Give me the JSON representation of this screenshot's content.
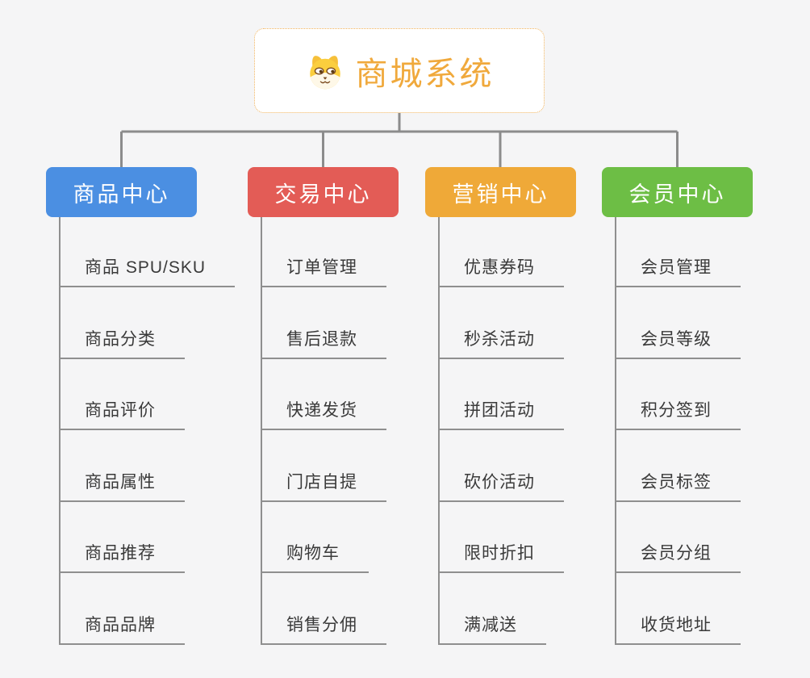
{
  "root": {
    "label": "商城系统",
    "icon": "dog-face-icon",
    "text_color": "#F0A93C",
    "border_color": "#F1B35C"
  },
  "connector_color": "#8C8C8C",
  "branches": [
    {
      "label": "商品中心",
      "color": "#4B8FE2",
      "children": [
        "商品 SPU/SKU",
        "商品分类",
        "商品评价",
        "商品属性",
        "商品推荐",
        "商品品牌"
      ]
    },
    {
      "label": "交易中心",
      "color": "#E35C56",
      "children": [
        "订单管理",
        "售后退款",
        "快递发货",
        "门店自提",
        "购物车",
        "销售分佣"
      ]
    },
    {
      "label": "营销中心",
      "color": "#EFA938",
      "children": [
        "优惠券码",
        "秒杀活动",
        "拼团活动",
        "砍价活动",
        "限时折扣",
        "满减送"
      ]
    },
    {
      "label": "会员中心",
      "color": "#6DBE45",
      "children": [
        "会员管理",
        "会员等级",
        "积分签到",
        "会员标签",
        "会员分组",
        "收货地址"
      ]
    }
  ]
}
